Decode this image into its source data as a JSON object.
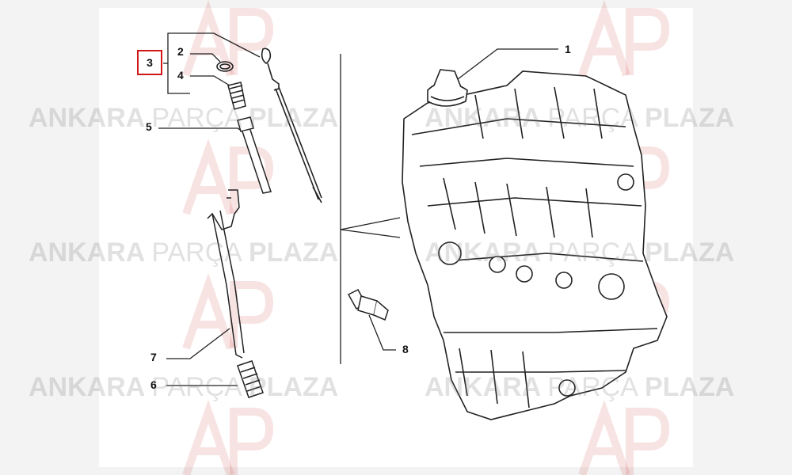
{
  "watermark": {
    "brand_bold_1": "ANKARA",
    "brand_thin": "PARÇA",
    "brand_bold_2": "PLAZA",
    "logo_letters": "AP"
  },
  "callouts": {
    "c1": "1",
    "c2": "2",
    "c3": "3",
    "c4": "4",
    "c5": "5",
    "c6": "6",
    "c7": "7",
    "c8": "8"
  },
  "colors": {
    "highlight_border": "#d01818",
    "line": "#222222",
    "watermark": "#b0b0b0"
  }
}
